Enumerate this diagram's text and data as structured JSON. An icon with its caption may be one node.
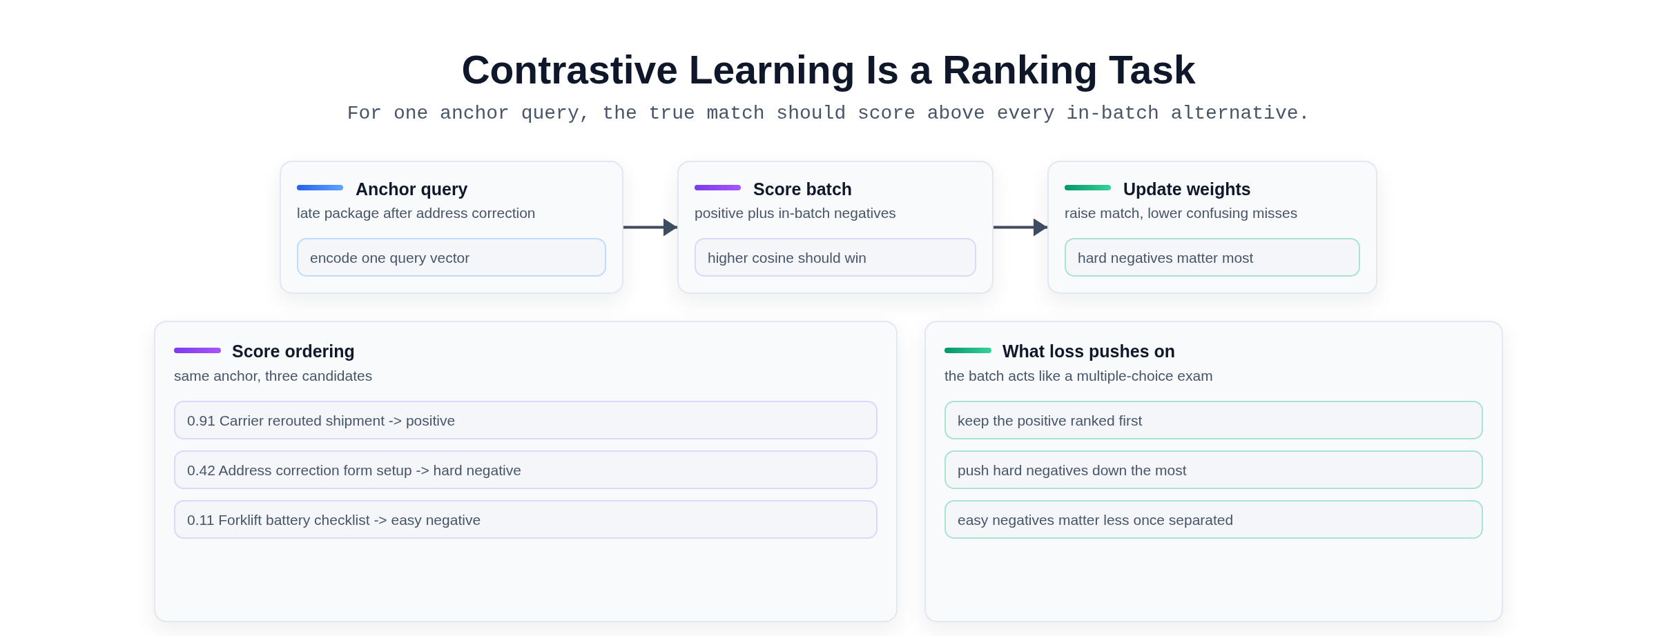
{
  "diagram": {
    "title": "Contrastive Learning Is a Ranking Task",
    "nodes": [
      {
        "text": [
          "Anchor query",
          "late package after address correction"
        ]
      },
      {
        "text": [
          "encode one query vector"
        ],
        "in": 0
      },
      {
        "text": [
          "Score batch",
          "positive plus in-batch negatives"
        ]
      },
      {
        "text": [
          "higher cosine should win"
        ],
        "in": 2
      },
      {
        "text": [
          "Update weights",
          "raise match, lower confusing misses"
        ]
      },
      {
        "text": [
          "hard negatives matter most"
        ],
        "in": 4
      },
      {
        "text": [
          "Score ordering",
          "same anchor, three candidates"
        ]
      },
      {
        "text": [
          "0.91 Carrier rerouted shipment -> positive"
        ],
        "in": 6
      },
      {
        "text": [
          "0.42 Address correction form setup -> hard negative"
        ],
        "in": 6
      },
      {
        "text": [
          "0.11 Forklift battery checklist -> easy negative"
        ],
        "in": 6
      },
      {
        "text": [
          "What loss pushes on",
          "the batch acts like a multiple-choice exam"
        ]
      },
      {
        "text": [
          "keep the positive ranked first"
        ],
        "in": 10
      },
      {
        "text": [
          "push hard negatives down the most"
        ],
        "in": 10
      },
      {
        "text": [
          "easy negatives matter less once separated"
        ],
        "in": 10
      }
    ],
    "edges": [
      {
        "from": 0,
        "to": 2,
        "arrow": "to"
      },
      {
        "from": 2,
        "to": 4,
        "arrow": "to"
      }
    ],
    "labels": [
      "For one anchor query, the true match should score above every in-batch alternative."
    ]
  }
}
